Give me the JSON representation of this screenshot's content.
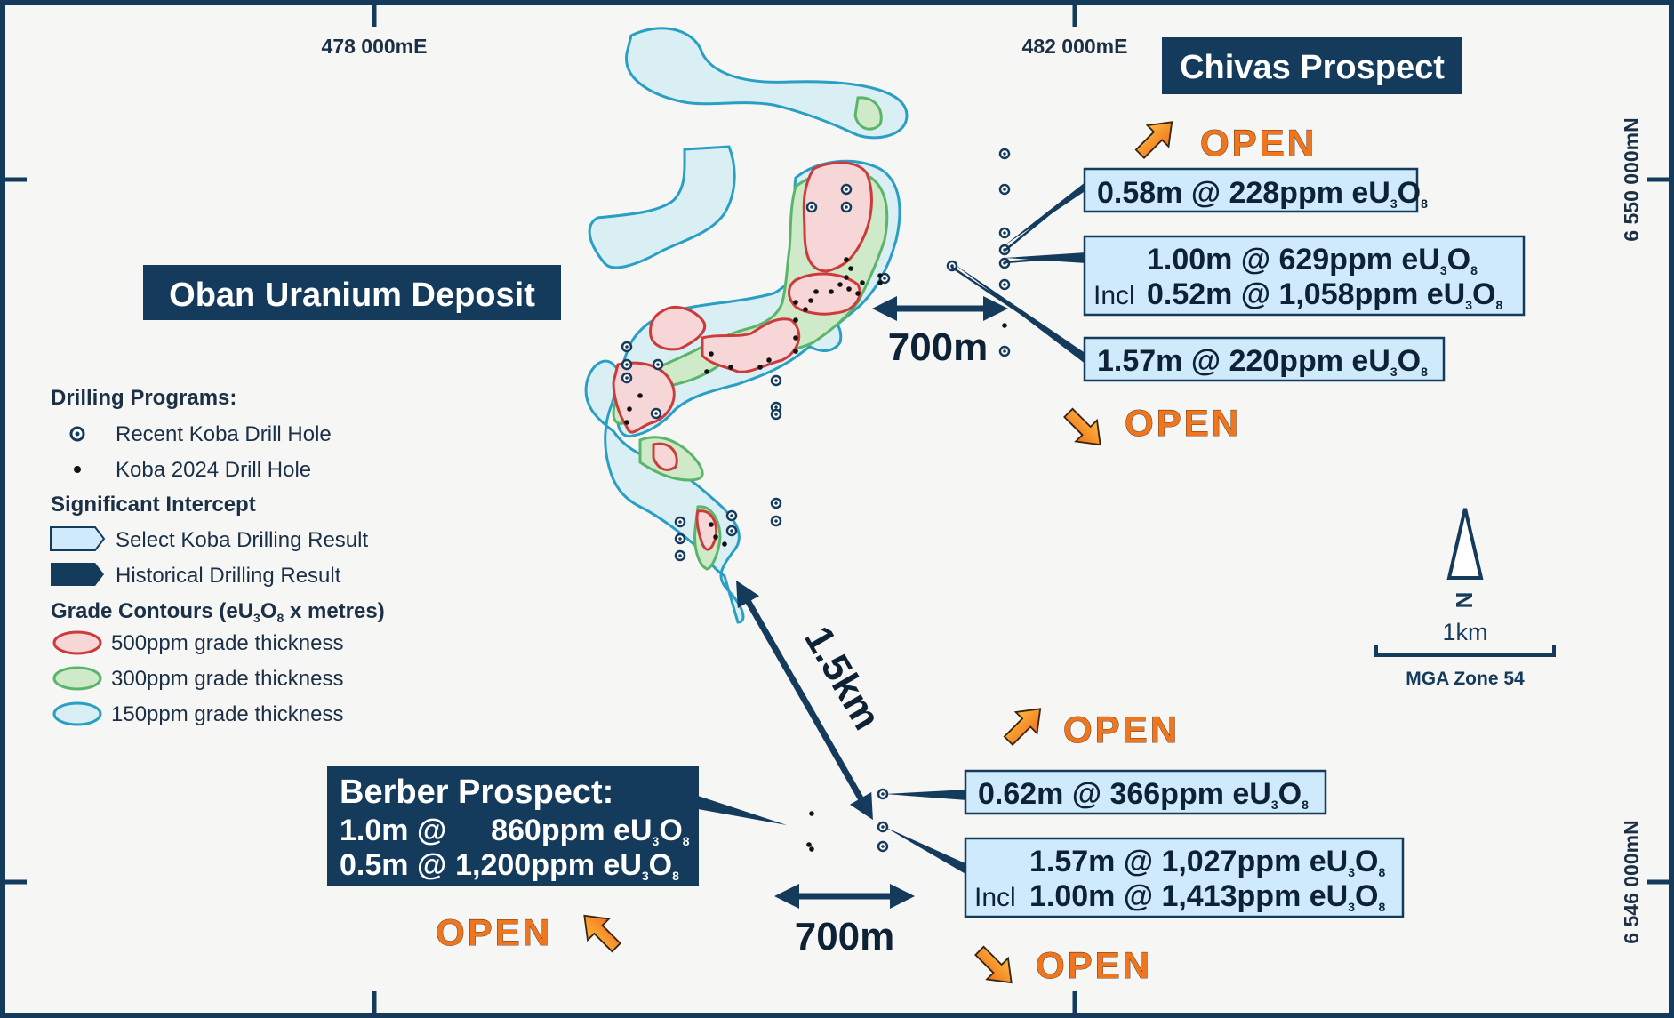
{
  "coords": {
    "e1": "478 000mE",
    "e2": "482 000mE",
    "n1": "6 550 000mN",
    "n2": "6 546 000mN"
  },
  "titles": {
    "chivas": "Chivas Prospect",
    "oban": "Oban Uranium Deposit",
    "berber": "Berber Prospect:"
  },
  "berber_lines": [
    {
      "lead": "1.0m @",
      "val": "860ppm eU",
      "sub1": "3",
      "mid": "O",
      "sub2": "8"
    },
    {
      "lead": "0.5m @",
      "val": "1,200ppm eU",
      "sub1": "3",
      "mid": "O",
      "sub2": "8"
    }
  ],
  "open_label": "OPEN",
  "distances": {
    "chivas_gap": "700m",
    "berber_gap": "700m",
    "diagonal": "1.5km"
  },
  "intercepts": {
    "c1": {
      "text": "0.58m @ 228ppm eU",
      "s1": "3",
      "o": "O",
      "s2": "8"
    },
    "c2a": {
      "text": "1.00m @    629ppm eU",
      "s1": "3",
      "o": "O",
      "s2": "8"
    },
    "c2b": {
      "incl": "Incl",
      "text": "0.52m @ 1,058ppm eU",
      "s1": "3",
      "o": "O",
      "s2": "8"
    },
    "c3": {
      "text": "1.57m @ 220ppm eU",
      "s1": "3",
      "o": "O",
      "s2": "8"
    },
    "b1": {
      "text": "0.62m @ 366ppm eU",
      "s1": "3",
      "o": "O",
      "s2": "8"
    },
    "b2a": {
      "text": "1.57m @ 1,027ppm eU",
      "s1": "3",
      "o": "O",
      "s2": "8"
    },
    "b2b": {
      "incl": "Incl",
      "text": "1.00m @ 1,413ppm eU",
      "s1": "3",
      "o": "O",
      "s2": "8"
    }
  },
  "legend": {
    "drilling_heading": "Drilling Programs:",
    "recent": "Recent Koba Drill Hole",
    "koba2024": "Koba 2024 Drill Hole",
    "intercept_heading": "Significant Intercept",
    "select": "Select Koba Drilling Result",
    "historical": "Historical Drilling Result",
    "grade_heading_a": "Grade Contours (eU",
    "grade_sub1": "3",
    "grade_mid": "O",
    "grade_sub2": "8",
    "grade_heading_b": " x metres)",
    "g500": "500ppm grade thickness",
    "g300": "300ppm grade thickness",
    "g150": "150ppm grade thickness"
  },
  "scale": {
    "north": "N",
    "bar_label": "1km",
    "zone": "MGA Zone 54"
  },
  "colors": {
    "navy": "#143a5c",
    "open_orange": "#f0751f",
    "box_fill": "#cfeafa",
    "c150": "#2a9fc4",
    "c300": "#5ab56a",
    "c500": "#cc3a3a"
  }
}
